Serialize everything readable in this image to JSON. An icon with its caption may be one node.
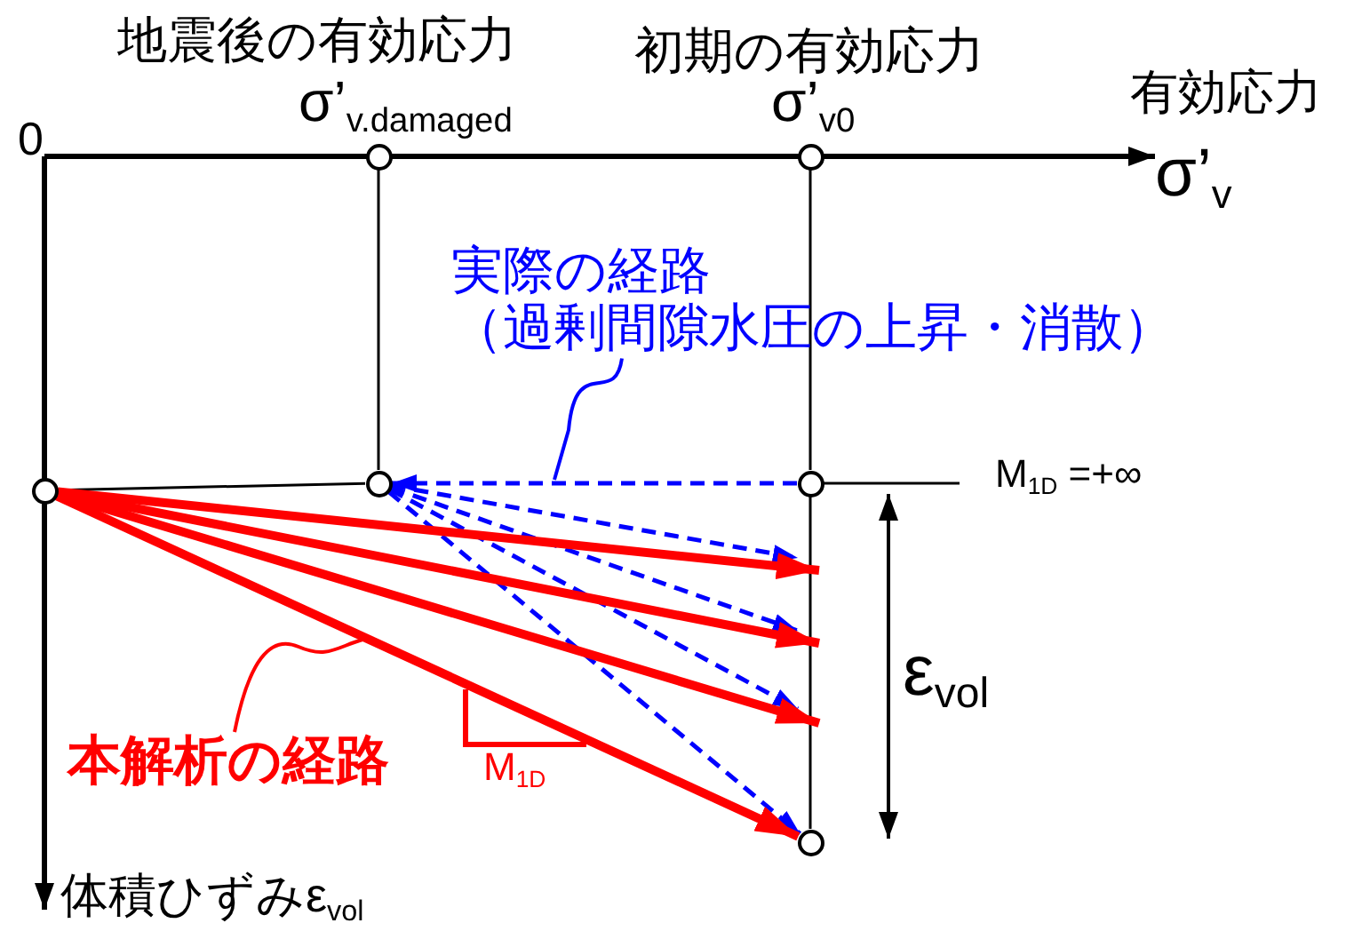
{
  "diagram": {
    "nodes": [
      {
        "text": [],
        "shape": "circle"
      },
      {
        "text": [],
        "shape": "circle"
      },
      {
        "text": [
          "実際の経路",
          "（過剰間隙水圧の上昇・消散）"
        ]
      },
      {
        "text": [],
        "shape": "circle"
      },
      {
        "text": [],
        "shape": "circle"
      },
      {
        "text": [],
        "shape": "circle"
      },
      {
        "text": [
          "本解析の経路"
        ]
      },
      {
        "text": [],
        "shape": "circle"
      }
    ],
    "edges": [
      {
        "from": 0,
        "to": 4,
        "arrow": "none",
        "color": "#000000"
      },
      {
        "from": 1,
        "to": 5,
        "arrow": "none",
        "color": "#000000"
      },
      {
        "from": 3,
        "to": 4,
        "arrow": "none",
        "color": "#000000"
      },
      {
        "from": 5,
        "to": 7,
        "arrow": "none",
        "color": "#000000"
      },
      {
        "from": 5,
        "to": 4,
        "arrow": "to",
        "style": "dashed",
        "color": "#0000ff"
      },
      {
        "from": 4,
        "to": null,
        "arrow": "to",
        "style": "dashed",
        "color": "#0000ff"
      },
      {
        "from": 4,
        "to": null,
        "arrow": "to",
        "style": "dashed",
        "color": "#0000ff"
      },
      {
        "from": 4,
        "to": null,
        "arrow": "to",
        "style": "dashed",
        "color": "#0000ff"
      },
      {
        "from": 4,
        "to": 7,
        "arrow": "to",
        "style": "dashed",
        "color": "#0000ff"
      },
      {
        "from": 3,
        "to": null,
        "arrow": "to",
        "style": "thick",
        "color": "#ff0000"
      },
      {
        "from": 3,
        "to": null,
        "arrow": "to",
        "style": "thick",
        "color": "#ff0000"
      },
      {
        "from": 3,
        "to": null,
        "arrow": "to",
        "style": "thick",
        "color": "#ff0000"
      },
      {
        "from": 3,
        "to": 7,
        "arrow": "to",
        "style": "thick",
        "color": "#ff0000"
      },
      {
        "from": 2,
        "to": null,
        "arrow": "none",
        "color": "#0000ff"
      },
      {
        "from": 6,
        "to": null,
        "arrow": "none",
        "color": "#ff0000"
      }
    ],
    "labels": [
      "0",
      "地震後の有効応力",
      "σ’$_{v.damaged}$",
      "初期の有効応力",
      "σ’$_{v0}$",
      "有効応力",
      "σ’$_{v}$",
      "M$_{1D}$ =+∞",
      "ε$_{vol}$",
      "M$_{1D}$",
      "体積ひずみε$_{vol}$"
    ]
  }
}
